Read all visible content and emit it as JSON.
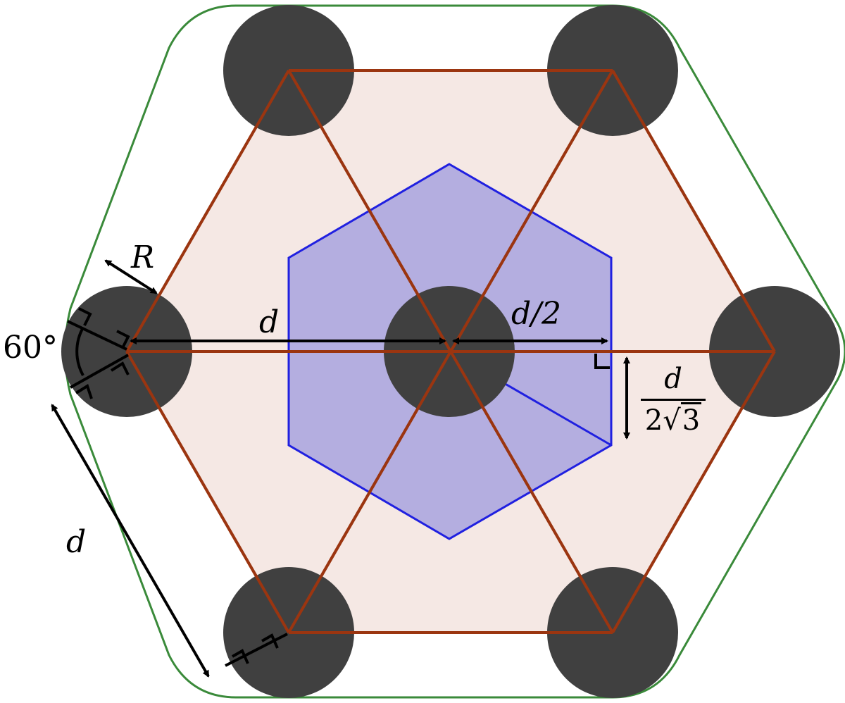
{
  "labels": {
    "radius": "R",
    "spacing_top": "d",
    "half_spacing": "d/2",
    "angle": "60°",
    "side": "d",
    "apothem_numerator": "d",
    "apothem_denominator_coef": "2",
    "apothem_denominator_radicand": "3",
    "apothem_denominator_radical_sign": "√"
  },
  "colors": {
    "outer_hexagon": "#3a8a3a",
    "triangle_lattice": "#9b3510",
    "lattice_fill": "#f5e8e4",
    "unit_cell_stroke": "#2020e0",
    "unit_cell_fill": "#b4aee0",
    "circles": "#404040",
    "arrows": "#000000"
  }
}
